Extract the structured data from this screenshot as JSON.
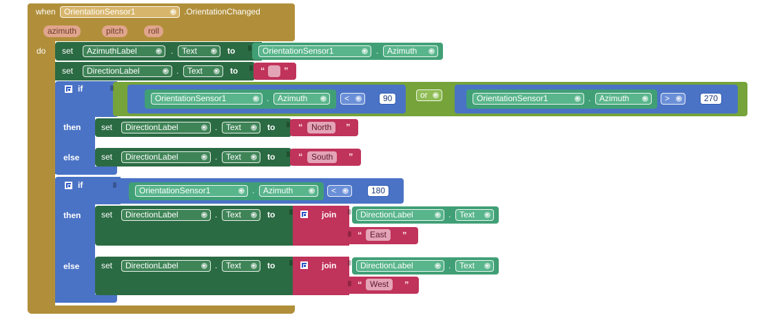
{
  "event": {
    "when": "when",
    "component": "OrientationSensor1",
    "event_name": ".OrientationChanged",
    "params": [
      "azimuth",
      "pitch",
      "roll"
    ],
    "do": "do"
  },
  "stmt1": {
    "set": "set",
    "component": "AzimuthLabel",
    "property": "Text",
    "to": "to",
    "value_component": "OrientationSensor1",
    "value_property": "Azimuth"
  },
  "stmt2": {
    "set": "set",
    "component": "DirectionLabel",
    "property": "Text",
    "to": "to",
    "value": ""
  },
  "if1": {
    "if": "if",
    "left": {
      "component": "OrientationSensor1",
      "property": "Azimuth",
      "op": "<",
      "num": "90"
    },
    "logic": "or",
    "right": {
      "component": "OrientationSensor1",
      "property": "Azimuth",
      "op": ">",
      "num": "270"
    },
    "then": "then",
    "then_set": {
      "set": "set",
      "component": "DirectionLabel",
      "property": "Text",
      "to": "to",
      "value": "North"
    },
    "else": "else",
    "else_set": {
      "set": "set",
      "component": "DirectionLabel",
      "property": "Text",
      "to": "to",
      "value": "South"
    }
  },
  "if2": {
    "if": "if",
    "cond": {
      "component": "OrientationSensor1",
      "property": "Azimuth",
      "op": "<",
      "num": "180"
    },
    "then": "then",
    "then_set": {
      "set": "set",
      "component": "DirectionLabel",
      "property": "Text",
      "to": "to",
      "join": "join",
      "join_component": "DirectionLabel",
      "join_property": "Text",
      "value": "East"
    },
    "else": "else",
    "else_set": {
      "set": "set",
      "component": "DirectionLabel",
      "property": "Text",
      "to": "to",
      "join": "join",
      "join_component": "DirectionLabel",
      "join_property": "Text",
      "value": "West"
    }
  },
  "colors": {
    "event": "#b18f3a",
    "setter": "#2b6b43",
    "getter": "#419f76",
    "math": "#4a73c5",
    "logic": "#76a33a",
    "text": "#c0335b"
  },
  "icons": {
    "mutator": "gear-mutator-icon",
    "dropdown": "dropdown-arrow-icon",
    "quote": "quote-mark-icon"
  }
}
